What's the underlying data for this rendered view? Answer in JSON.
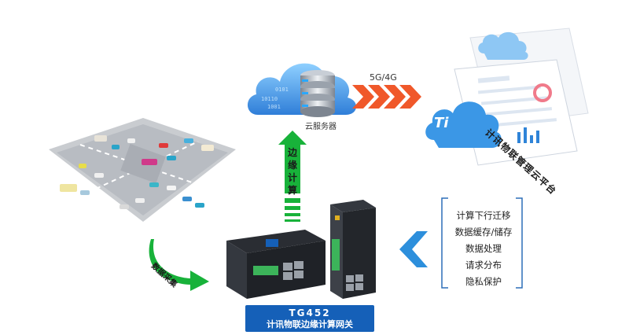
{
  "labels": {
    "cloud_server": "云服务器",
    "network": "5G/4G",
    "edge_computing": [
      "边",
      "缘",
      "计",
      "算"
    ],
    "data_collection": "数据采集",
    "platform": "计讯物联管理云平台"
  },
  "functions": [
    "计算下行迁移",
    "数据缓存/储存",
    "数据处理",
    "请求分布",
    "隐私保护"
  ],
  "product": {
    "model": "TG452",
    "name": "计讯物联边缘计算网关"
  },
  "logo_text": "Ti",
  "colors": {
    "green_arrow": "#18b23a",
    "orange_chevron": "#f0582a",
    "blue_chevron": "#2d8fdc",
    "badge": "#1560b8",
    "cloud": "#4aa3e8"
  }
}
